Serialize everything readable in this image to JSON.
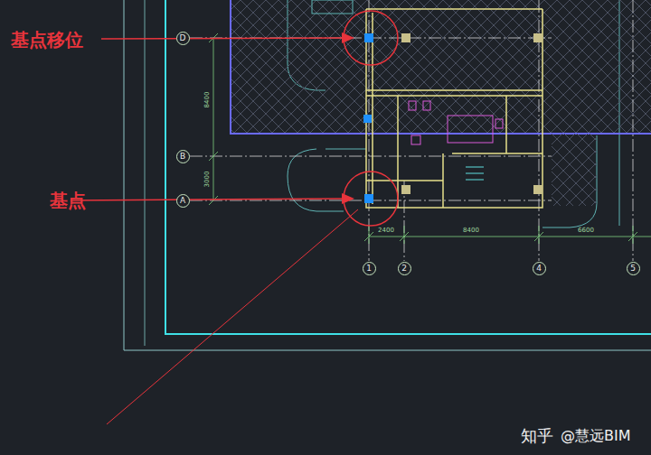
{
  "diagram": {
    "nodes": [
      {
        "text": [
          "D"
        ]
      },
      {
        "text": [
          "B"
        ]
      },
      {
        "text": [
          "A"
        ]
      },
      {
        "text": [
          "1"
        ]
      },
      {
        "text": [
          "2"
        ]
      },
      {
        "text": [
          "4"
        ]
      },
      {
        "text": [
          "5"
        ]
      }
    ],
    "labels": [
      "基点移位",
      "基点",
      "8400",
      "3000",
      "2400",
      "8400",
      "6600",
      "知乎",
      "@慧远BIM"
    ]
  }
}
